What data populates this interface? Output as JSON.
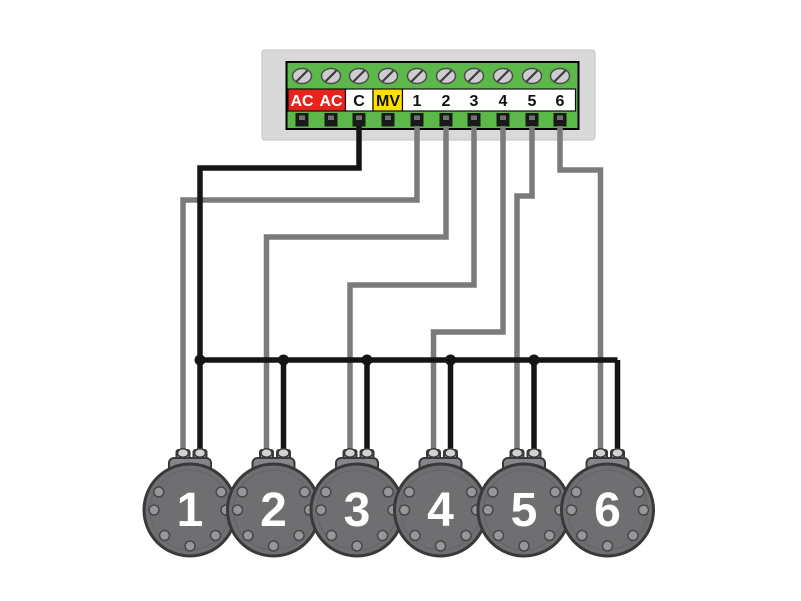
{
  "controller": {
    "terminals": {
      "labels": [
        "AC",
        "AC",
        "C",
        "MV",
        "1",
        "2",
        "3",
        "4",
        "5",
        "6"
      ]
    }
  },
  "valves": {
    "labels": [
      "1",
      "2",
      "3",
      "4",
      "5",
      "6"
    ]
  },
  "connections": {
    "common": {
      "terminal": "C",
      "connects_to": "all six valves via common wire"
    },
    "stations": [
      {
        "terminal": "1",
        "valve": "1"
      },
      {
        "terminal": "2",
        "valve": "2"
      },
      {
        "terminal": "3",
        "valve": "3"
      },
      {
        "terminal": "4",
        "valve": "4"
      },
      {
        "terminal": "5",
        "valve": "5"
      },
      {
        "terminal": "6",
        "valve": "6"
      }
    ]
  },
  "colors": {
    "ac_label_bg": "#e8231c",
    "c_label_bg": "#ffffff",
    "mv_label_bg": "#ffe000",
    "station_label_bg": "#ffffff",
    "terminal_strip_green": "#5cb848",
    "controller_box_gray": "#d9d9da",
    "station_wire_gray": "#7b7b7c",
    "common_wire_black": "#151515"
  }
}
